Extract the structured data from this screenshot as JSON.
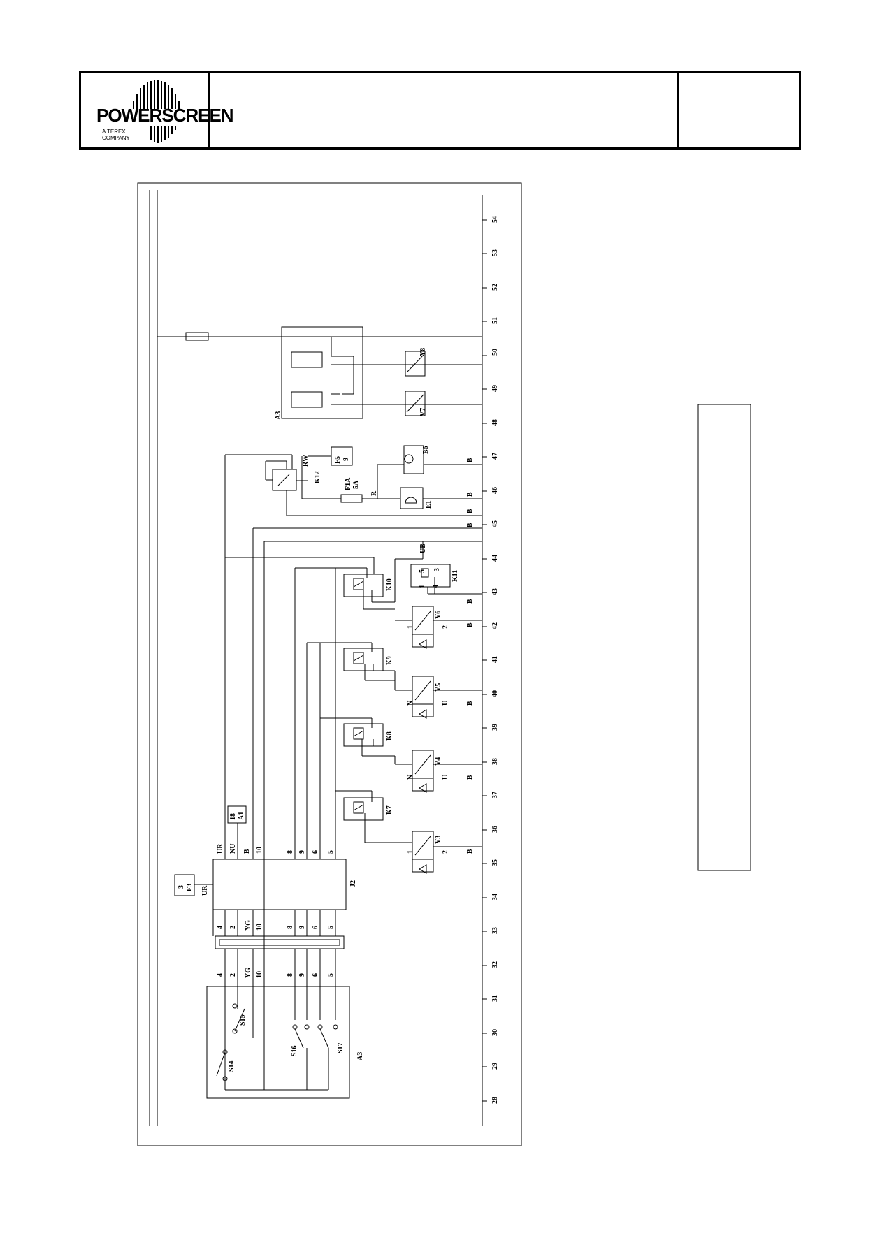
{
  "header": {
    "logo_text": "POWERSCREEN",
    "logo_sub_1": "A TEREX",
    "logo_sub_2": "COMPANY"
  },
  "ruler": [
    "28",
    "29",
    "30",
    "31",
    "32",
    "33",
    "34",
    "35",
    "36",
    "37",
    "38",
    "39",
    "40",
    "41",
    "42",
    "43",
    "44",
    "45",
    "46",
    "47",
    "48",
    "49",
    "50",
    "51",
    "52",
    "53",
    "54"
  ],
  "components": {
    "A3_top": "A3",
    "A3_bottom": "A3",
    "Y8": "Y8",
    "Y7": "V7",
    "B6": "B6",
    "E1": "E1",
    "F5": "F5",
    "F5_num": "9",
    "F1A": "F1A",
    "F1A_rating": "5A",
    "K12": "K12",
    "RW": "RW",
    "R": "R",
    "K10": "K10",
    "K11": "K11",
    "K9": "K9",
    "K8": "K8",
    "K7": "K7",
    "Y6": "Y6",
    "Y5": "Y5",
    "Y4": "Y4",
    "Y3": "Y3",
    "UB": "UB",
    "UR": "UR",
    "NU": "NU",
    "F3": "F3",
    "F3_num": "3",
    "A1": "A1",
    "A1_num": "18",
    "J2": "J2",
    "S14": "S14",
    "S15": "S15",
    "S16": "S16",
    "S17": "S17",
    "B": "B",
    "N": "N",
    "U": "U",
    "one": "1",
    "two": "2"
  },
  "wires_upper": [
    "UR",
    "NU",
    "B",
    "10",
    "8",
    "9",
    "6",
    "5"
  ],
  "wires_mid": [
    "4",
    "2",
    "YG",
    "10",
    "8",
    "9",
    "6",
    "5"
  ],
  "wires_low": [
    "4",
    "2",
    "YG",
    "10",
    "8",
    "9",
    "6",
    "5"
  ],
  "k11_pins": [
    "5",
    "1",
    "4",
    "3"
  ]
}
